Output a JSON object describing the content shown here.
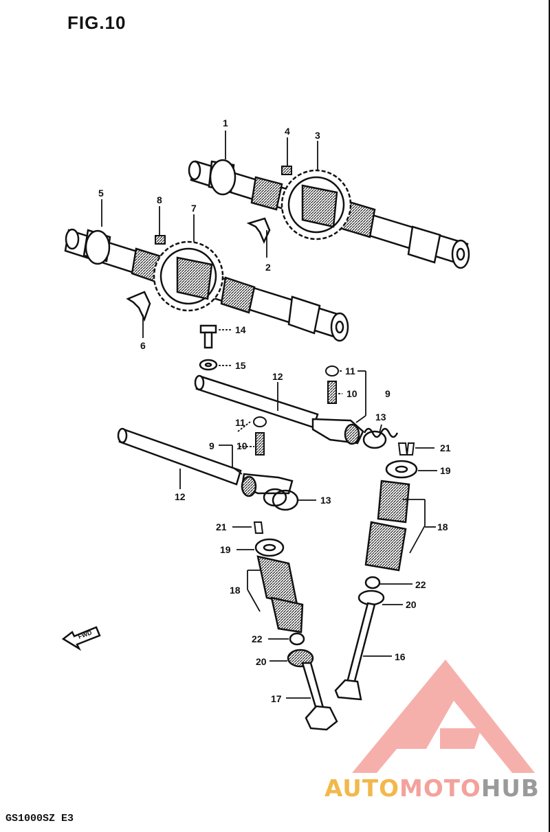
{
  "figure": {
    "title": "FIG.10",
    "model_code": "GS1000SZ E3"
  },
  "callouts": {
    "c1": "1",
    "c2": "2",
    "c3": "3",
    "c4": "4",
    "c5": "5",
    "c6": "6",
    "c7": "7",
    "c8": "8",
    "c9a": "9",
    "c9b": "9",
    "c10a": "10",
    "c10b": "10",
    "c11a": "11",
    "c11b": "11",
    "c12a": "12",
    "c12b": "12",
    "c13a": "13",
    "c13b": "13",
    "c14": "14",
    "c15": "15",
    "c16": "16",
    "c17": "17",
    "c18a": "18",
    "c18b": "18",
    "c19a": "19",
    "c19b": "19",
    "c20a": "20",
    "c20b": "20",
    "c21a": "21",
    "c21b": "21",
    "c22a": "22",
    "c22b": "22"
  },
  "fwd_arrow_text": "FWD",
  "watermark": {
    "part1": "AUTO",
    "part2": "MOTO",
    "part3": "HUB",
    "colors": {
      "auto": "#f2b84b",
      "moto": "#f4a19c",
      "hub": "#9a9a9a",
      "logo": "#f6a8a2"
    }
  }
}
